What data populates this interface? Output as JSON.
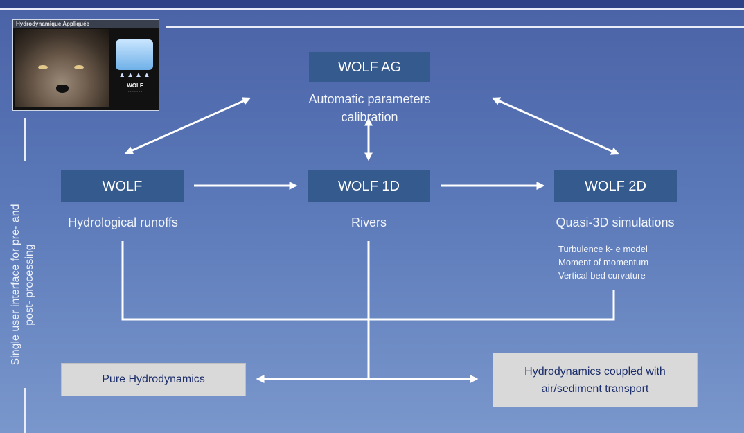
{
  "logo": {
    "title": "Hydrodynamique Appliquée",
    "name": "WOLF"
  },
  "vertical_label": {
    "line1": "Single user interface for pre- and",
    "line2": "post- processing"
  },
  "nodes": {
    "wolf_ag": {
      "label": "WOLF AG",
      "caption": "Automatic parameters calibration"
    },
    "wolf": {
      "label": "WOLF",
      "caption": "Hydrological runoffs"
    },
    "wolf_1d": {
      "label": "WOLF 1D",
      "caption": "Rivers"
    },
    "wolf_2d": {
      "label": "WOLF 2D",
      "caption": "Quasi-3D simulations",
      "features": [
        "Turbulence k- e model",
        "Moment of momentum",
        "Vertical bed curvature"
      ]
    }
  },
  "outputs": {
    "pure": "Pure Hydrodynamics",
    "coupled_line1": "Hydrodynamics coupled with",
    "coupled_line2": "air/sediment transport"
  },
  "colors": {
    "node_fill": "#355a8e",
    "output_fill": "#d9d9d9",
    "output_text": "#1b2d6b",
    "connector": "#ffffff"
  }
}
